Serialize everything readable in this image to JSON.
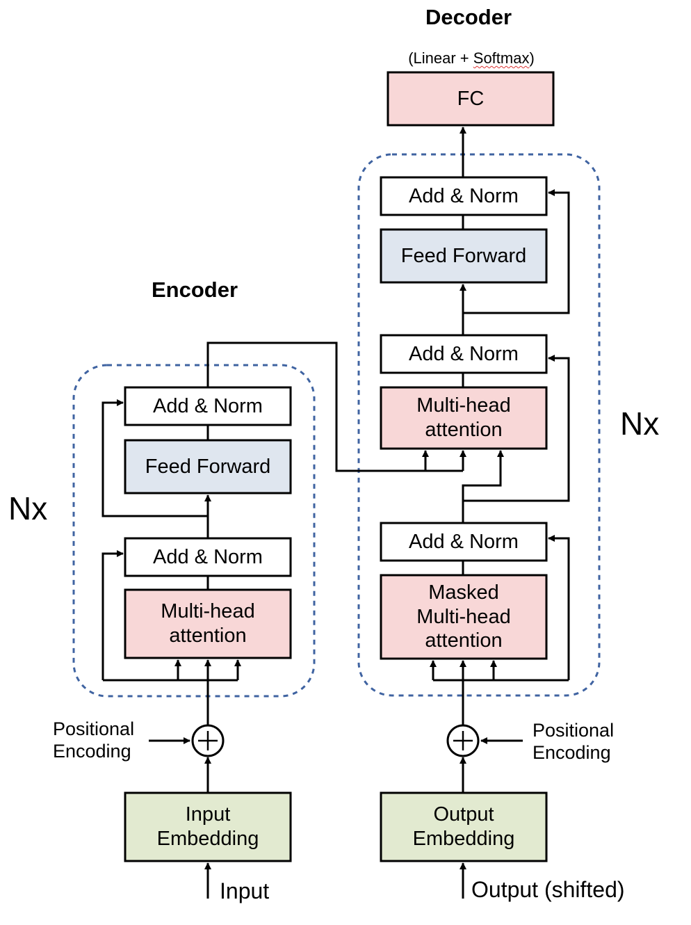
{
  "colors": {
    "attention_fill": "#f8d7d7",
    "feed_forward_fill": "#dfe6ef",
    "embedding_fill": "#e2ead0",
    "fc_fill": "#f8d7d7",
    "plain_fill": "#ffffff",
    "stroke": "#000000",
    "dashed_border": "#3f63a1"
  },
  "encoder": {
    "title": "Encoder",
    "repeat": "Nx",
    "add_norm_top": "Add & Norm",
    "feed_forward": "Feed Forward",
    "add_norm_bottom": "Add & Norm",
    "attention": "Multi-head\nattention",
    "positional": "Positional\nEncoding",
    "embedding": "Input\nEmbedding",
    "input_label": "Input"
  },
  "decoder": {
    "title": "Decoder",
    "fc_note_prefix": "(Linear + ",
    "fc_note_softmax": "Softmax",
    "fc_note_suffix": ")",
    "fc": "FC",
    "repeat": "Nx",
    "add_norm_top": "Add & Norm",
    "feed_forward": "Feed Forward",
    "add_norm_mid": "Add & Norm",
    "cross_attention": "Multi-head\nattention",
    "add_norm_bottom": "Add & Norm",
    "masked_attention": "Masked\nMulti-head\nattention",
    "positional": "Positional\nEncoding",
    "embedding": "Output\nEmbedding",
    "output_label": "Output (shifted)"
  }
}
